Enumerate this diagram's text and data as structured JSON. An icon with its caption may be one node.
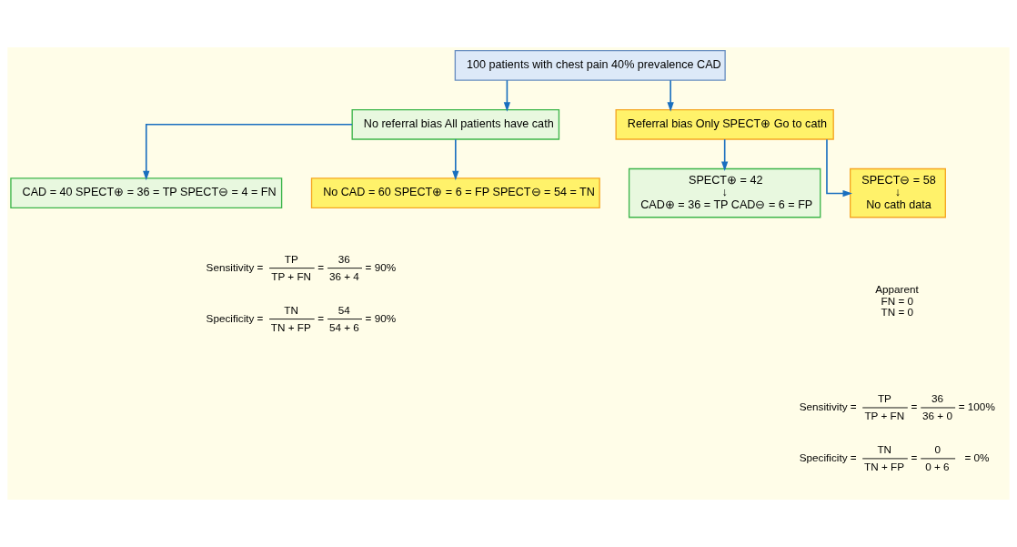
{
  "diagram": {
    "nodes": [
      {
        "text": [
          "100 patients with chest pain 40% prevalence CAD"
        ]
      },
      {
        "text": [
          "No referral bias All patients have cath"
        ]
      },
      {
        "text": [
          "Referral bias Only SPECT⊕ Go to cath"
        ]
      },
      {
        "text": [
          "CAD = 40 SPECT⊕ = 36 = TP SPECT⊖ = 4 = FN"
        ]
      },
      {
        "text": [
          "No CAD = 60 SPECT⊕ = 6 = FP SPECT⊖ = 54 = TN"
        ]
      },
      {
        "text": [
          "SPECT⊕ = 42",
          "↓",
          "CAD⊕ = 36 = TP CAD⊖ = 6 = FP"
        ]
      },
      {
        "text": [
          "SPECT⊖ = 58",
          "↓",
          "No cath data"
        ]
      }
    ],
    "edges": [
      {
        "from": 0,
        "to": 1,
        "arrow": "to"
      },
      {
        "from": 0,
        "to": 2,
        "arrow": "to"
      },
      {
        "from": 1,
        "to": 3,
        "arrow": "to"
      },
      {
        "from": 1,
        "to": 4,
        "arrow": "to"
      },
      {
        "from": 2,
        "to": 5,
        "arrow": "to"
      },
      {
        "from": 2,
        "to": 6,
        "arrow": "to"
      }
    ],
    "labels": [
      "Sensitivity =",
      "TP",
      "TP + FN",
      "=",
      "36",
      "36 + 4",
      "= 90%",
      "Specificity =",
      "TN",
      "TN + FP",
      "=",
      "54",
      "54 + 6",
      "= 90%",
      "Apparent",
      "FN = 0",
      "TN = 0",
      "Sensitivity =",
      "TP",
      "TP + FN",
      "=",
      "36",
      "36 + 0",
      "= 100%",
      "Specificity =",
      "TN",
      "TN + FP",
      "=",
      "0",
      "0 + 6",
      "= 0%"
    ]
  }
}
